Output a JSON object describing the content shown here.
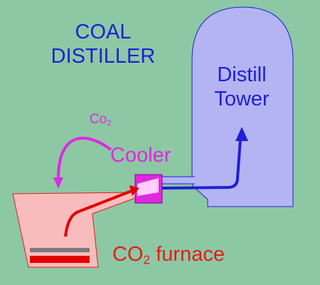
{
  "title": {
    "line1": "COAL",
    "line2": "DISTILLER"
  },
  "tower": {
    "line1": "Distill",
    "line2": "Tower"
  },
  "labels": {
    "co2_main": "Co",
    "co2_sub": "2",
    "cooler": "Cooler",
    "furnace_main": "CO",
    "furnace_sub": "2",
    "furnace_tail": " furnace"
  },
  "colors": {
    "background": "#8dc8a4",
    "tower_fill": "#b4b4f2",
    "blue": "#1f1fd6",
    "magenta": "#e028e0",
    "red": "#e21c1c",
    "furnace_fill": "#f8bcbc"
  }
}
